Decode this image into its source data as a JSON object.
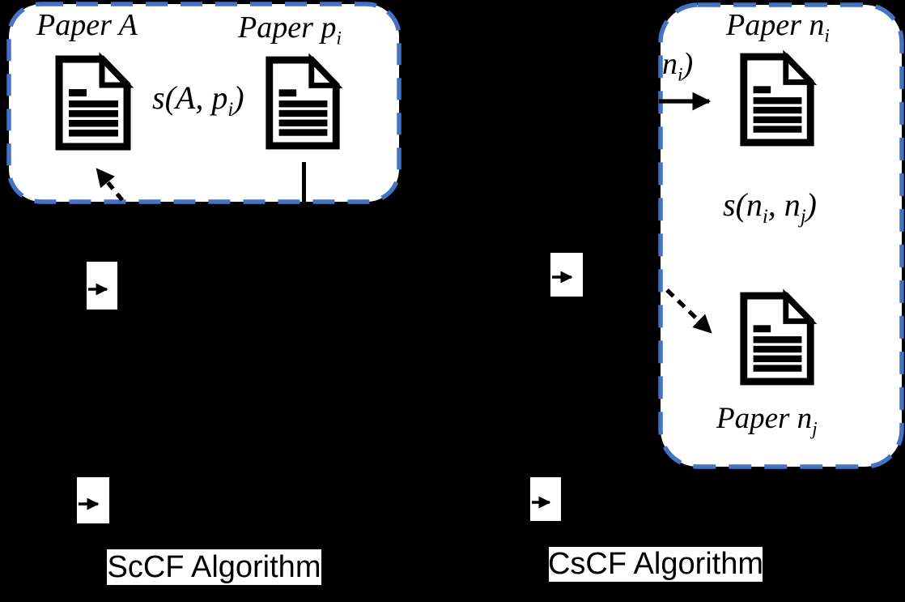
{
  "colors": {
    "background": "#000000",
    "box_fill": "#ffffff",
    "dashed_border_blue": "#4472c4",
    "ink": "#000000"
  },
  "left_box": {
    "paper_a_label": "Paper A",
    "paper_p_label": {
      "base": "Paper p",
      "sub": "i"
    },
    "similarity_label": {
      "pre": "s(A, p",
      "sub": "i",
      "post": ")"
    }
  },
  "right_box": {
    "paper_ni_label": {
      "base": "Paper n",
      "sub": "i"
    },
    "cropped_similarity_label": {
      "base": "n",
      "sub": "i",
      "post": ")"
    },
    "similarity_label": {
      "pre": "s(n",
      "sub1": "i",
      "mid": ", n",
      "sub2": "j",
      "post": ")"
    },
    "paper_nj_label": {
      "base": "Paper n",
      "sub": "j"
    }
  },
  "algorithm_labels": {
    "left": "ScCF Algorithm",
    "right": "CsCF Algorithm"
  },
  "icons": {
    "document_icon": "📄",
    "right_arrow_icon": "→",
    "dashed_arrow_icon": "⇢"
  }
}
